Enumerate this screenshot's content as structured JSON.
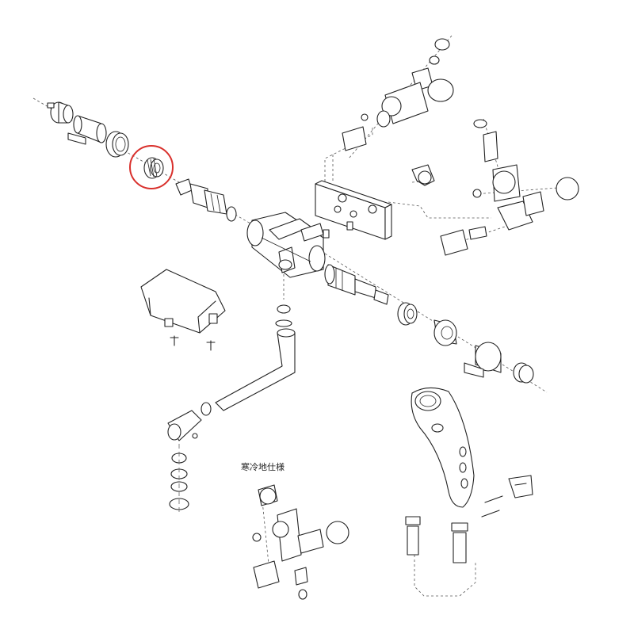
{
  "diagram": {
    "callouts": [
      {
        "id": "cold-region-spec",
        "text": "寒冷地仕様"
      }
    ],
    "highlight": {
      "part": "threaded-ring",
      "color": "#d9302c"
    },
    "colors": {
      "line": "#222222",
      "background": "#ffffff"
    }
  }
}
